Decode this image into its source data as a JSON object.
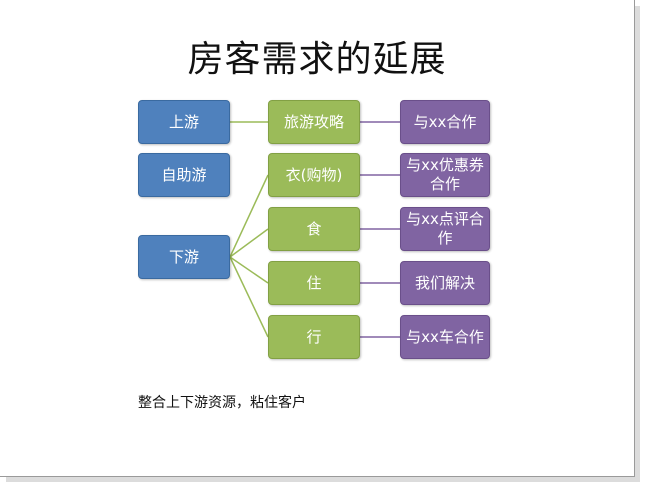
{
  "title": "房客需求的延展",
  "left": {
    "upstream": "上游",
    "self_guided": "自助游",
    "downstream": "下游"
  },
  "middle": {
    "guides": "旅游攻略",
    "clothing": "衣(购物)",
    "food": "食",
    "lodging": "住",
    "travel": "行"
  },
  "right": {
    "guides": "与xx合作",
    "clothing": "与xx优惠券合作",
    "food": "与xx点评合作",
    "lodging": "我们解决",
    "travel": "与xx车合作"
  },
  "footer": "整合上下游资源，粘住客户",
  "colors": {
    "left": "#4f81bd",
    "middle": "#9bbb59",
    "right": "#8064a2",
    "connector_left": "#9bbb59",
    "connector_right": "#8064a2"
  }
}
